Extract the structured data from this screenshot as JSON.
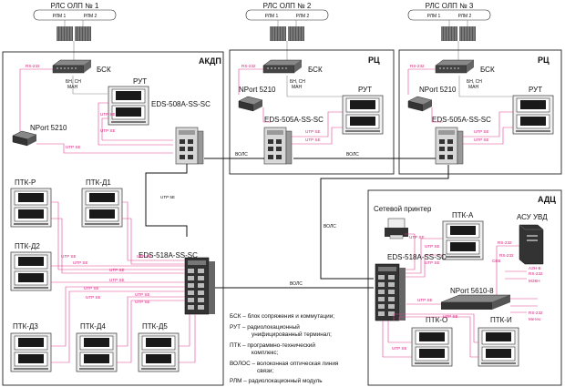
{
  "radars": [
    {
      "title": "РЛС ОЛП № 1",
      "rlm": [
        "РЛМ 1",
        "РЛМ 2"
      ]
    },
    {
      "title": "РЛС ОЛП № 2",
      "rlm": [
        "РЛМ 1",
        "РЛМ 2"
      ]
    },
    {
      "title": "РЛС ОЛП № 3",
      "rlm": [
        "РЛМ 1",
        "РЛМ 2"
      ]
    }
  ],
  "sites": {
    "akdp": {
      "name": "АКДП",
      "bsk": "БСК",
      "rut": "РУТ",
      "nport": "NPort 5210",
      "eds_small": "EDS-508A-SS-SC",
      "eds_big": "EDS-518A-SS-SC",
      "bsk_note": "БН, СН\nМАН",
      "ptk": [
        "ПТК-Р",
        "ПТК-Д1",
        "ПТК-Д2",
        "ПТК-Д3",
        "ПТК-Д4",
        "ПТК-Д5"
      ]
    },
    "rc1": {
      "name": "РЦ",
      "bsk": "БСК",
      "rut": "РУТ",
      "nport": "NPort 5210",
      "eds": "EDS-505A-SS-SC",
      "bsk_note": "БН, СН\nМАН"
    },
    "rc2": {
      "name": "РЦ",
      "bsk": "БСК",
      "rut": "РУТ",
      "nport": "NPort 5210",
      "eds": "EDS-505A-SS-SC",
      "bsk_note": "БН, СН\nМАН"
    },
    "adc": {
      "name": "АДЦ",
      "printer": "Сетевой принтер",
      "ptk_a": "ПТК-А",
      "asu": "АСУ УВД",
      "eds": "EDS-518A-SS-SC",
      "nport": "NPort 5610-8",
      "ptk_o": "ПТК-О",
      "ptk_i": "ПТК-И",
      "ports": [
        "RS-232",
        "СЕВ",
        "RS-232",
        "АЗН-Б",
        "RS-232",
        "МЗКН",
        "RS-232",
        "Метео"
      ]
    }
  },
  "link_labels": {
    "rs232": "RS-232",
    "utp": "UTP SE",
    "volos": "ВОЛС",
    "utp_main": "UTP 5E"
  },
  "legend": [
    "БСК – блок сопряжения и коммутации;",
    "РУТ – радиолокационный",
    "унифицированный терминал;",
    "ПТК – программно-технический",
    "комплекс;",
    "ВОЛОС – волоконная оптическая линия",
    "связи;",
    "РЛМ – радиолокационный модуль"
  ]
}
